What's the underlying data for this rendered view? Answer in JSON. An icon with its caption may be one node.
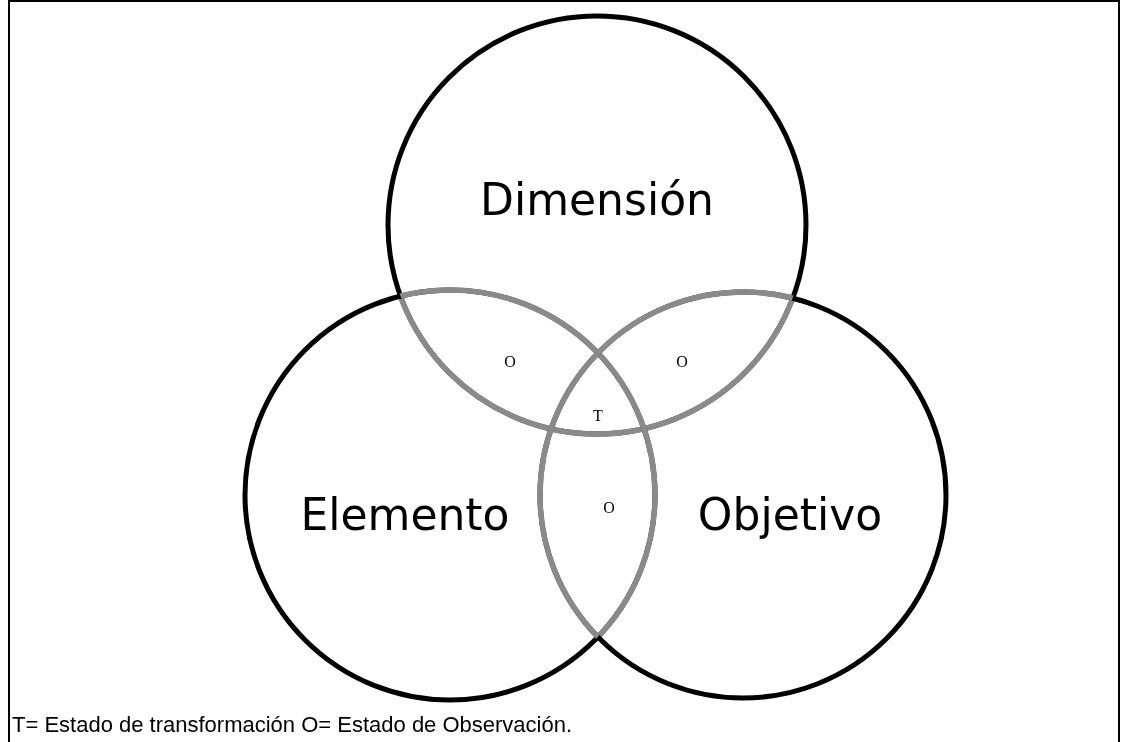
{
  "diagram": {
    "caption": "T= Estado de transformación O= Estado de Observación.",
    "nodes": [
      {
        "text": [
          "Dimensión"
        ]
      },
      {
        "text": [
          "Elemento"
        ]
      },
      {
        "text": [
          "Objetivo"
        ]
      }
    ],
    "edges": [],
    "labels": [
      "O",
      "O",
      "T",
      "O"
    ]
  }
}
